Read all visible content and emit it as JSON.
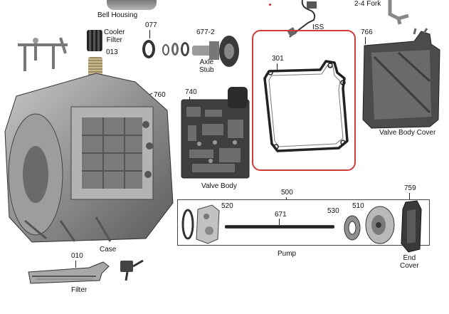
{
  "labels": {
    "bell_housing": "Bell Housing",
    "fork": "2-4 Fork",
    "iss": "ISS",
    "cooler_filter": "Cooler\nFilter",
    "p013": "013",
    "p077": "077",
    "p677_2": "677-2",
    "axle_stub": "Axle\nStub",
    "p301": "301",
    "p766": "766",
    "p760": "760",
    "p740": "740",
    "valve_body_cover": "Valve Body Cover",
    "valve_body": "Valve Body",
    "p500": "500",
    "p520": "520",
    "p671": "671",
    "p530": "530",
    "p510": "510",
    "pump": "Pump",
    "p759": "759",
    "end_cover": "End\nCover",
    "case": "Case",
    "p010": "010",
    "filter": "Filter"
  },
  "colors": {
    "highlight": "#d33a3a",
    "iss_dot": "#cc2222"
  }
}
